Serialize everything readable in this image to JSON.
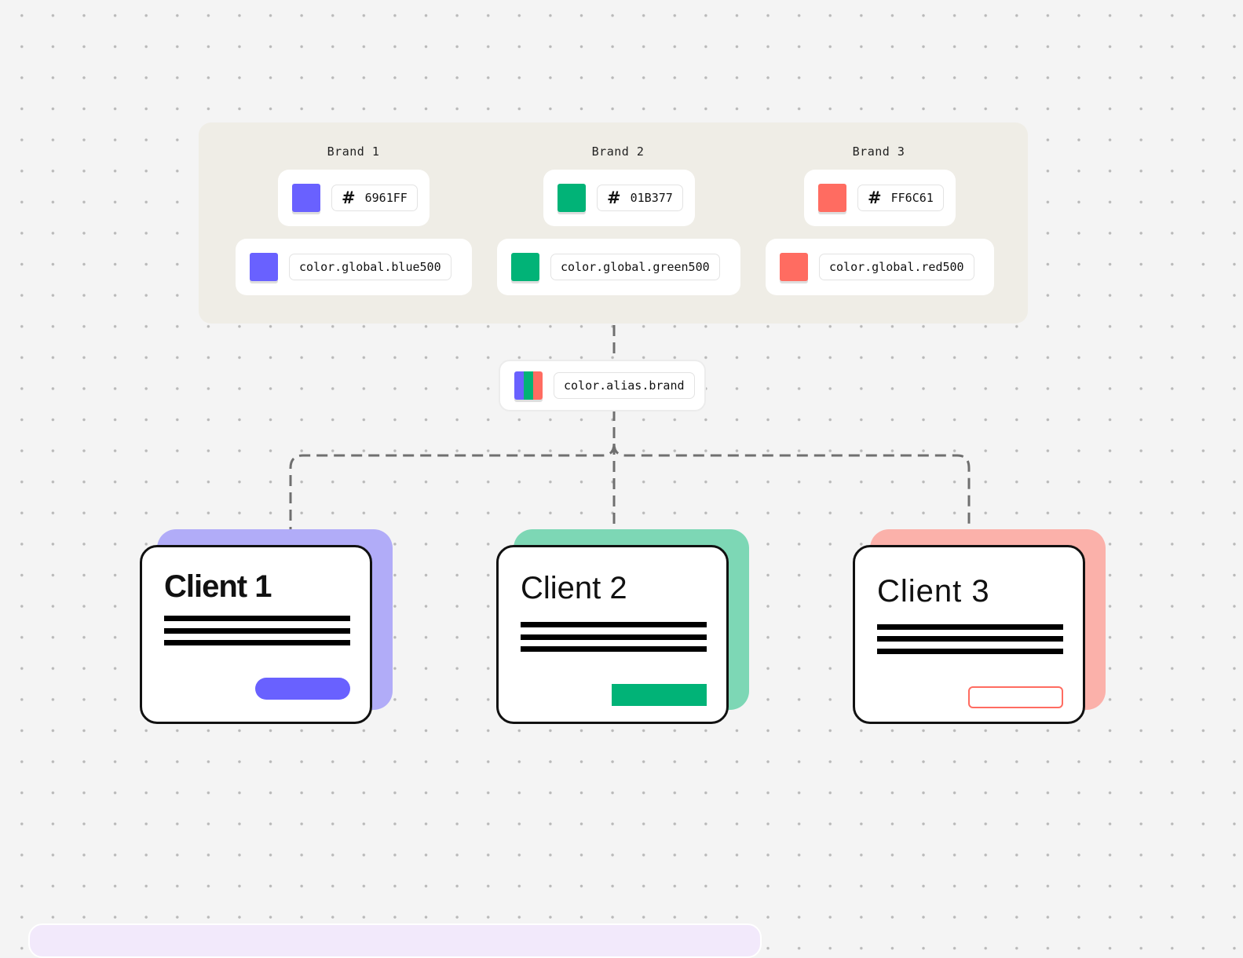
{
  "colors": {
    "brand1": "#6961FF",
    "brand2": "#01B377",
    "brand3": "#FF6C61",
    "brand1_tint": "#B1ACF8",
    "brand2_tint": "#7DD7B5",
    "brand3_tint": "#FBB1AA",
    "panel_bg": "#EFEDE6",
    "connector": "#6f6f6f"
  },
  "brands": [
    {
      "label": "Brand 1",
      "hex_symbol": "#",
      "hex": "6961FF",
      "token": "color.global.blue500",
      "color": "#6961FF"
    },
    {
      "label": "Brand 2",
      "hex_symbol": "#",
      "hex": "01B377",
      "token": "color.global.green500",
      "color": "#01B377"
    },
    {
      "label": "Brand 3",
      "hex_symbol": "#",
      "hex": "FF6C61",
      "token": "color.global.red500",
      "color": "#FF6C61"
    }
  ],
  "alias": {
    "token": "color.alias.brand",
    "swatch_colors": [
      "#6961FF",
      "#01B377",
      "#FF6C61"
    ]
  },
  "clients": [
    {
      "title": "Client 1",
      "button_style": "pill-filled",
      "color": "#6961FF"
    },
    {
      "title": "Client 2",
      "button_style": "square-filled",
      "color": "#01B377"
    },
    {
      "title": "Client 3",
      "button_style": "outline",
      "color": "#FF6C61"
    }
  ]
}
